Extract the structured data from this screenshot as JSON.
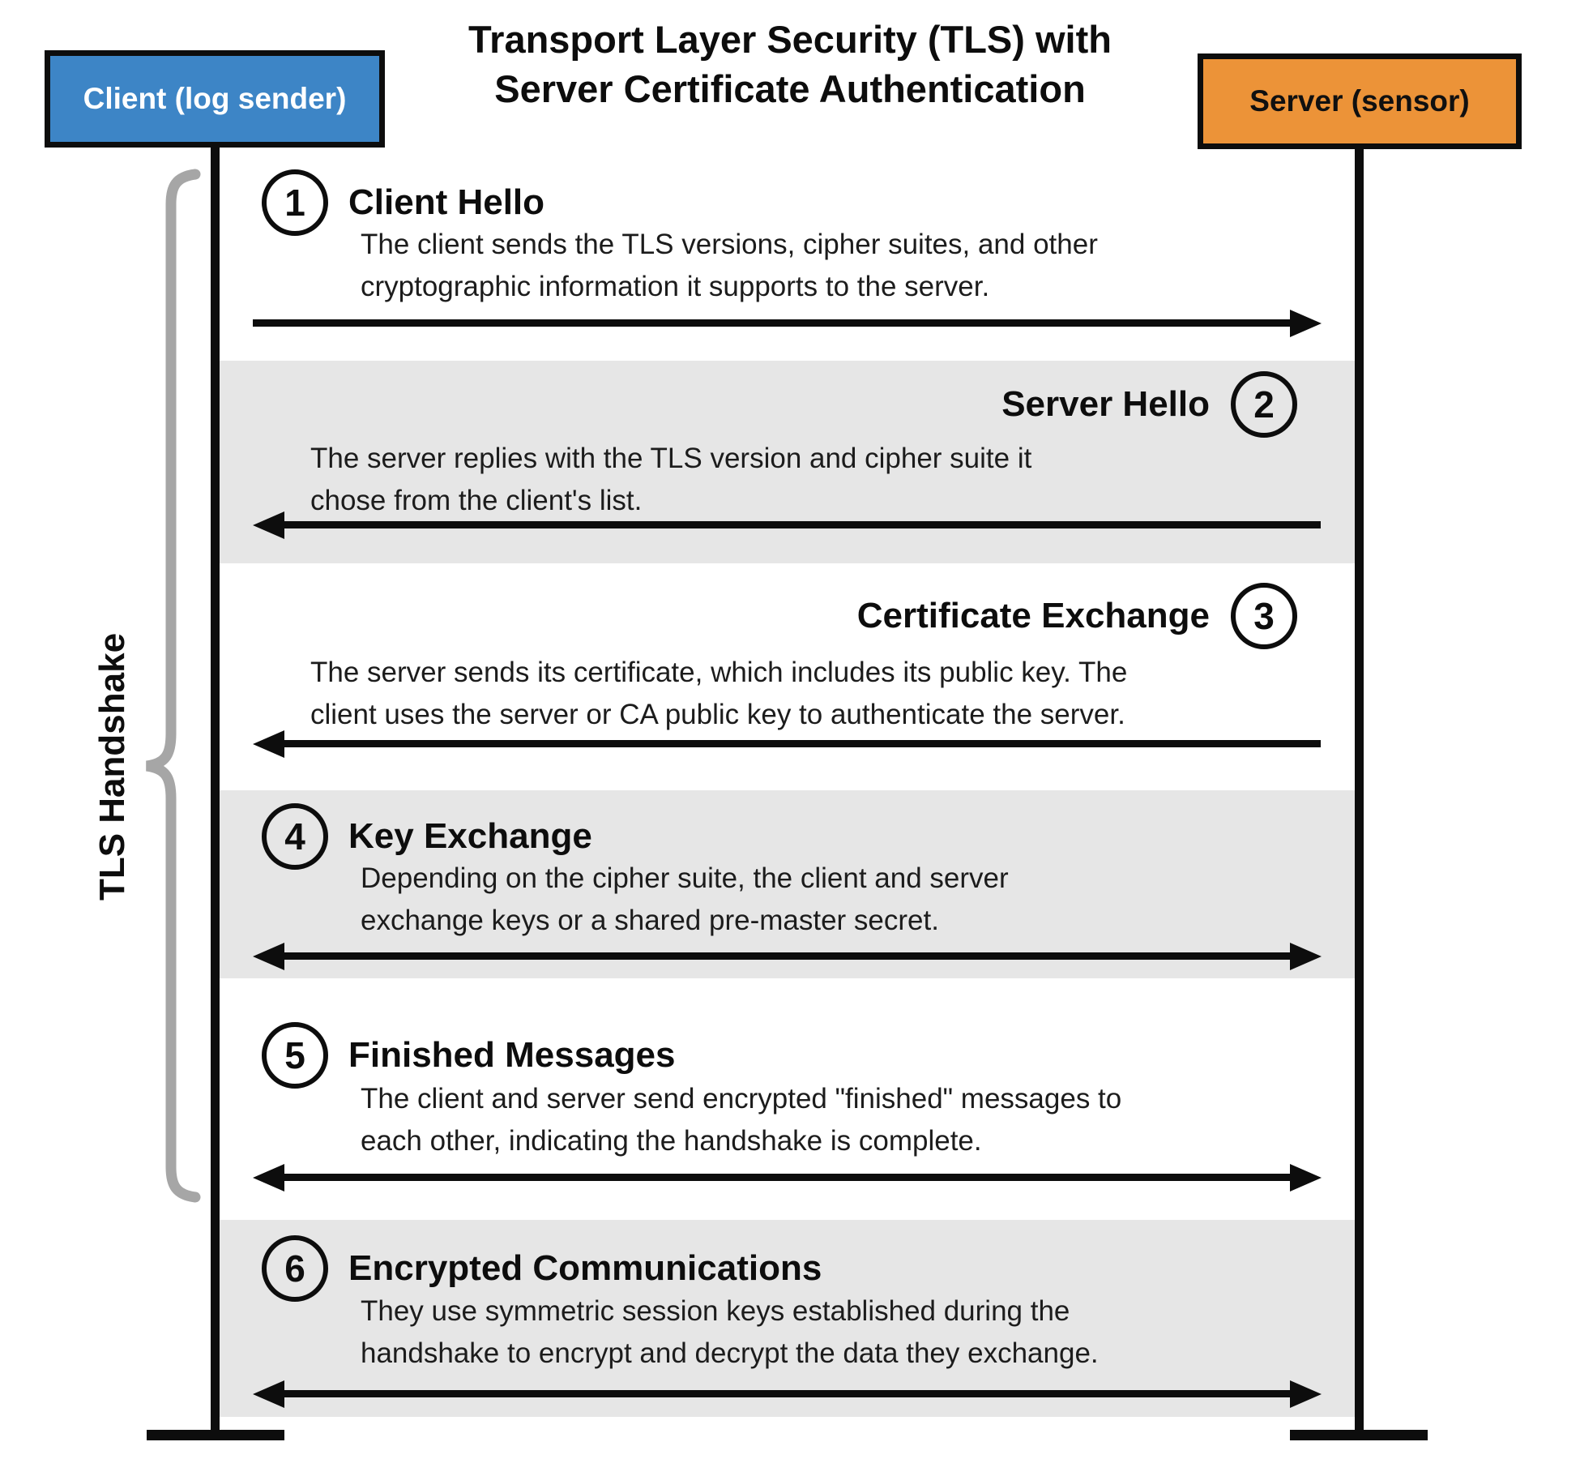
{
  "title": {
    "line1": "Transport Layer Security (TLS) with",
    "line2": "Server Certificate Authentication"
  },
  "actors": {
    "client": {
      "label": "Client (log sender)",
      "color": "#3d85c6"
    },
    "server": {
      "label": "Server (sensor)",
      "color": "#ec9338"
    }
  },
  "brace": {
    "label": "TLS Handshake",
    "color": "#a6a6a6"
  },
  "colors": {
    "shaded_band": "#e6e6e6",
    "line": "#0d0d0d"
  },
  "steps": [
    {
      "num": "1",
      "title": "Client Hello",
      "desc1": "The client sends the TLS versions, cipher suites, and other",
      "desc2": "cryptographic information it supports to the server.",
      "direction": "client-to-server",
      "side": "left",
      "shaded": false
    },
    {
      "num": "2",
      "title": "Server Hello",
      "desc1": "The server replies with the TLS version and cipher suite it",
      "desc2": "chose from the client's list.",
      "direction": "server-to-client",
      "side": "right",
      "shaded": true
    },
    {
      "num": "3",
      "title": "Certificate Exchange",
      "desc1": "The server sends its certificate, which includes its public key. The",
      "desc2": "client uses the server or CA public key to authenticate the server.",
      "direction": "server-to-client",
      "side": "right",
      "shaded": false
    },
    {
      "num": "4",
      "title": "Key Exchange",
      "desc1": "Depending on the cipher suite, the client and server",
      "desc2": "exchange keys or a shared pre-master secret.",
      "direction": "bidirectional",
      "side": "left",
      "shaded": true
    },
    {
      "num": "5",
      "title": "Finished Messages",
      "desc1": "The client and server send encrypted \"finished\" messages to",
      "desc2": "each other, indicating the handshake is complete.",
      "direction": "bidirectional",
      "side": "left",
      "shaded": false
    },
    {
      "num": "6",
      "title": "Encrypted Communications",
      "desc1": "They use symmetric session keys established during the",
      "desc2": "handshake to encrypt and decrypt the data they exchange.",
      "direction": "bidirectional",
      "side": "left",
      "shaded": true
    }
  ]
}
